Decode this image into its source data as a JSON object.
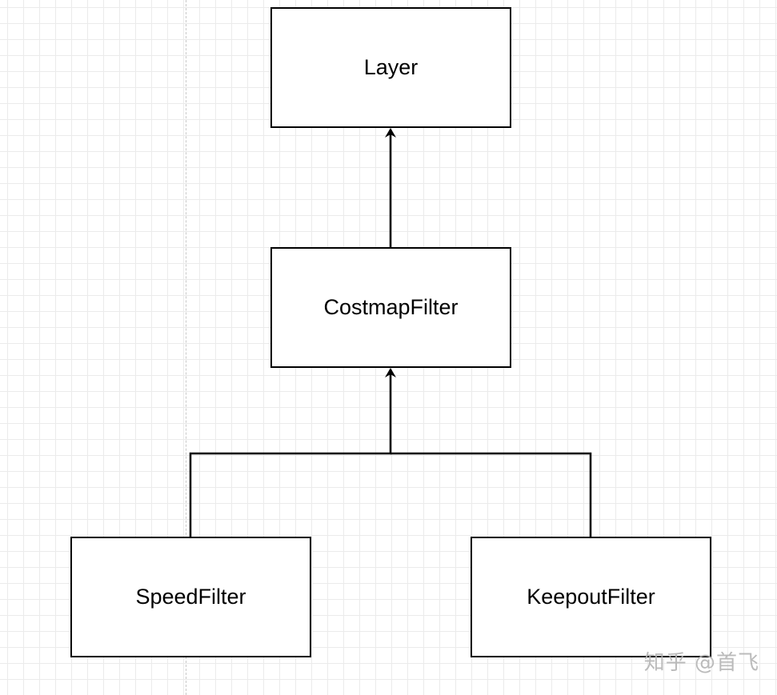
{
  "diagram": {
    "nodes": {
      "layer": "Layer",
      "costmap_filter": "CostmapFilter",
      "speed_filter": "SpeedFilter",
      "keepout_filter": "KeepoutFilter"
    },
    "edges": [
      {
        "from": "costmap_filter",
        "to": "layer",
        "arrow": "open-triangle"
      },
      {
        "from": "speed_filter",
        "to": "costmap_filter",
        "arrow": "open-triangle"
      },
      {
        "from": "keepout_filter",
        "to": "costmap_filter",
        "arrow": "open-triangle"
      }
    ],
    "line_color": "#000000",
    "grid_color": "#ebebeb"
  },
  "watermark": "知乎 @首飞"
}
